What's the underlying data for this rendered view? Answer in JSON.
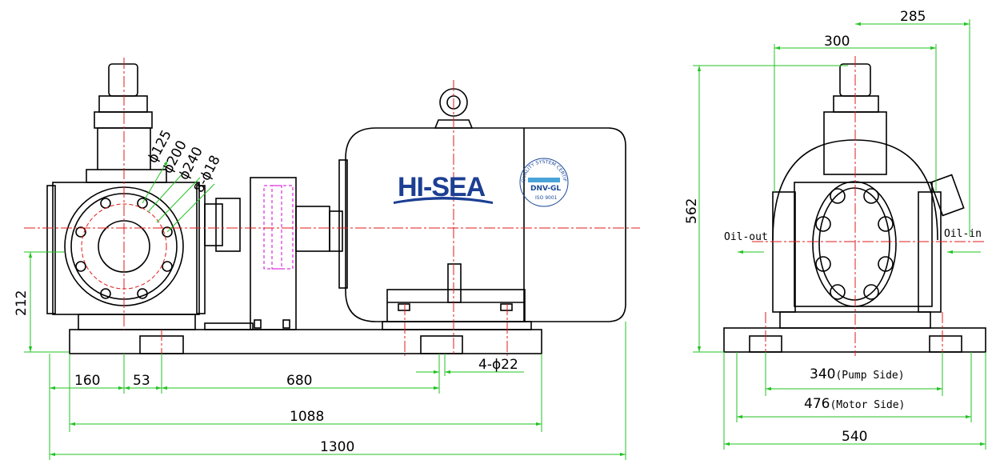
{
  "brand": {
    "name": "HI-SEA"
  },
  "certification": {
    "arc_text": "QUALITY SYSTEM CERTIFICATION",
    "body": "DNV-GL",
    "standard": "ISO 9001"
  },
  "side_view": {
    "flange_callouts": [
      "ϕ125",
      "ϕ200",
      "ϕ240",
      "8-ϕ18"
    ],
    "dims": {
      "height": "212",
      "seg_a": "160",
      "seg_b": "53",
      "seg_c": "680",
      "holes": "4-ϕ22",
      "base_len": "1088",
      "total_len": "1300"
    }
  },
  "end_view": {
    "ports": {
      "out": "Oil-out",
      "in": "Oil-in"
    },
    "dims": {
      "top_a": "285",
      "top_b": "300",
      "height": "562",
      "pump_side": "340",
      "pump_side_note": "(Pump Side)",
      "motor_side": "476",
      "motor_side_note": "(Motor Side)",
      "width": "540"
    }
  },
  "colors": {
    "outline": "#000000",
    "dimension": "#22c322",
    "centerline": "#e01b1b",
    "hidden": "#d400d4",
    "brand": "#1c3f93",
    "cert": "#1c4a9a"
  }
}
